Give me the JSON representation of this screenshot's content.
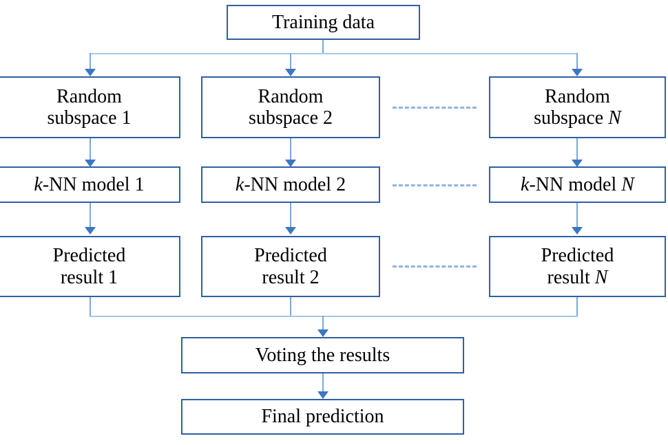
{
  "diagram": {
    "title": "Random subspace k-NN ensemble flowchart",
    "colors": {
      "box_border": "#2E5FA3",
      "connector": "#7BA7DC",
      "connector_bus": "#A8C6E8",
      "arrow_head": "#3D77C2",
      "dashed_connector": "#8FB3E0",
      "text": "#000000",
      "background": "#FFFFFF"
    },
    "nodes": {
      "training_data": {
        "label": "Training data"
      },
      "subspace_1": {
        "line1": "Random",
        "line2_prefix": "subspace ",
        "line2_index": "1"
      },
      "subspace_2": {
        "line1": "Random",
        "line2_prefix": "subspace ",
        "line2_index": "2"
      },
      "subspace_n": {
        "line1": "Random",
        "line2_prefix": "subspace ",
        "line2_index": "N"
      },
      "model_1": {
        "k": "k",
        "rest": "-NN model ",
        "index": "1"
      },
      "model_2": {
        "k": "k",
        "rest": "-NN model ",
        "index": "2"
      },
      "model_n": {
        "k": "k",
        "rest": "-NN model ",
        "index": "N"
      },
      "result_1": {
        "line1": "Predicted",
        "line2_prefix": "result ",
        "line2_index": "1"
      },
      "result_2": {
        "line1": "Predicted",
        "line2_prefix": "result ",
        "line2_index": "2"
      },
      "result_n": {
        "line1": "Predicted",
        "line2_prefix": "result ",
        "line2_index": "N"
      },
      "voting": {
        "label": "Voting the results"
      },
      "final": {
        "label": "Final prediction"
      }
    },
    "ellipses": {
      "row_subspace": "- - - - - - - - -",
      "row_model": "- - - - - - - - -",
      "row_result": "- - - - - - - - -"
    }
  }
}
